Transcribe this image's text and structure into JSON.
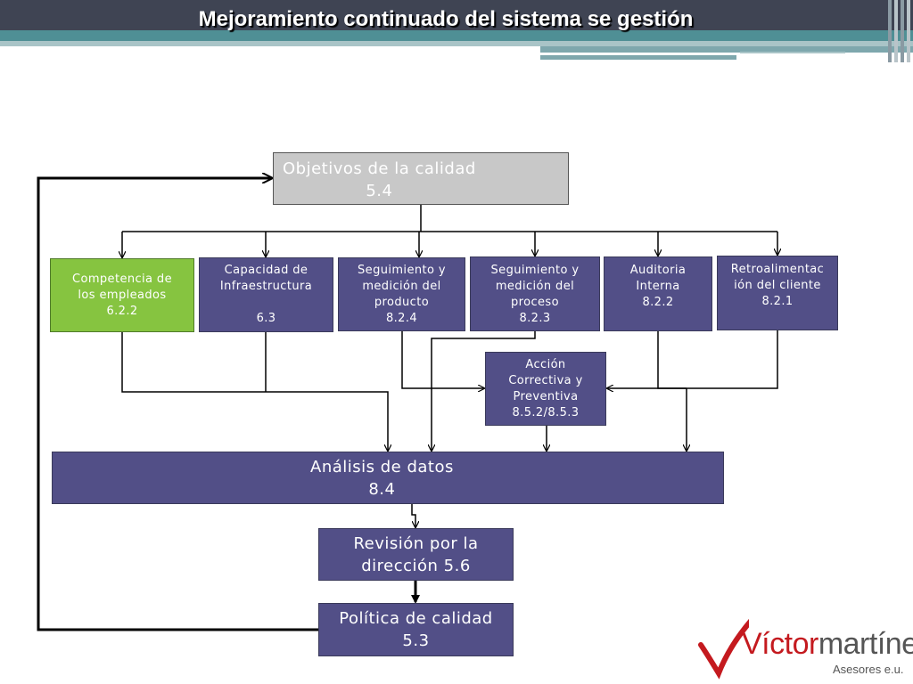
{
  "slide_title": "Mejoramiento continuado del sistema se gestión",
  "nodes": {
    "objetivos": "Objetivos de la calidad\n5.4",
    "competencia": "Competencia de\nlos empleados\n6.2.2",
    "infraestructura": "Capacidad de\nInfraestructura\n\n6.3",
    "seg_producto": "Seguimiento y\nmedición del\nproducto\n8.2.4",
    "seg_proceso": "Seguimiento y\nmedición del\nproceso\n8.2.3",
    "auditoria": "Auditoria\nInterna\n8.2.2",
    "retroalimentacion": "Retroalimentac\nión del cliente\n8.2.1",
    "accion": "Acción\nCorrectiva y\nPreventiva\n8.5.2/8.5.3",
    "analisis": "Análisis de datos\n8.4",
    "revision": "Revisión por la\ndirección 5.6",
    "politica": "Política de calidad\n5.3"
  },
  "logo": {
    "first": "Víctor",
    "last": "martínez",
    "sub": "Asesores e.u."
  },
  "colors": {
    "node": "#524f87",
    "competencia": "#86c440",
    "objetivos": "#c8c8c8",
    "header": "#3f4453",
    "teal": "#4f8f95",
    "logo_red": "#c41a1f"
  }
}
